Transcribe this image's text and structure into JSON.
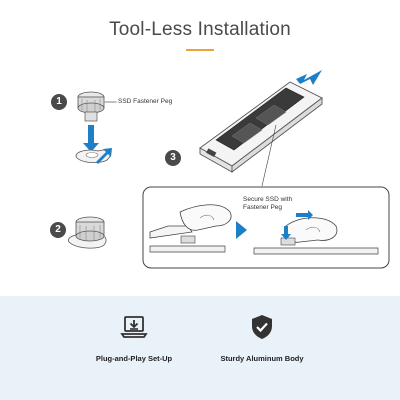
{
  "title": "Tool-Less Installation",
  "accent_color": "#f0a23a",
  "arrow_color": "#1f7fc6",
  "steps": [
    {
      "number": "1",
      "label": "SSD Fastener Peg"
    },
    {
      "number": "2",
      "label": ""
    },
    {
      "number": "3",
      "label": "Secure SSD with Fastener Peg"
    }
  ],
  "callout": {
    "line1": "Secure SSD with",
    "line2": "Fastener Peg"
  },
  "features": [
    {
      "label": "Plug-and-Play Set-Up",
      "icon": "laptop-download-icon"
    },
    {
      "label": "Sturdy Aluminum Body",
      "icon": "shield-check-icon"
    }
  ]
}
